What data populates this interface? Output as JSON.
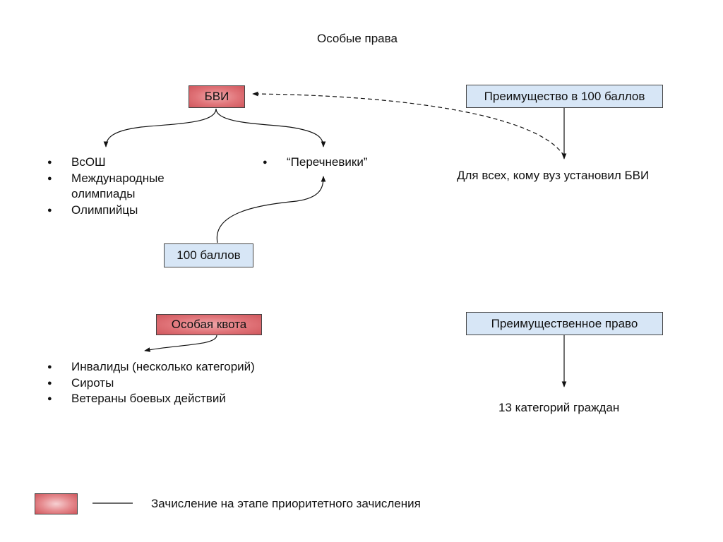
{
  "title": "Особые права",
  "nodes": {
    "bvi": "БВИ",
    "advantage_100": "Преимущество в 100 баллов",
    "for_all_bvi": "Для всех, кому вуз установил БВИ",
    "score_100": "100 баллов",
    "special_quota": "Особая квота",
    "preferential_right": "Преимущественное право",
    "categories_13": "13 категорий граждан"
  },
  "lists": {
    "olympiads": [
      "ВсОШ",
      "Международные олимпиады",
      "Олимпийцы"
    ],
    "perechen": [
      "“Перечневики”"
    ],
    "quota": [
      "Инвалиды (несколько категорий)",
      "Сироты",
      "Ветераны боевых действий"
    ]
  },
  "legend": {
    "text": "Зачисление на этапе приоритетного зачисления"
  },
  "colors": {
    "priority_fill": "#e07378",
    "info_fill": "#d7e6f6",
    "border": "#444444"
  }
}
